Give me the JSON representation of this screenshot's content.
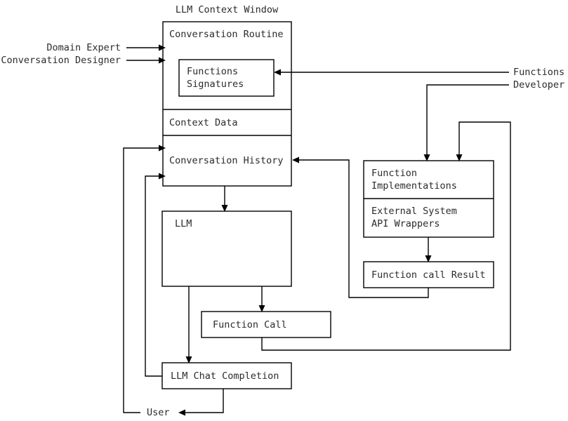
{
  "diagram": {
    "title": "LLM Context Window",
    "type": "flow-diagram",
    "context_window": {
      "label": "LLM Context Window",
      "sections": [
        {
          "id": "conversation-routine",
          "label": "Conversation Routine"
        },
        {
          "id": "context-data",
          "label": "Context Data"
        },
        {
          "id": "conversation-history",
          "label": "Conversation History"
        }
      ],
      "nested": {
        "id": "functions-signatures",
        "line1": "Functions",
        "line2": "Signatures"
      }
    },
    "actors": [
      {
        "id": "domain-expert",
        "label": "Domain Expert"
      },
      {
        "id": "conversation-designer",
        "label": "Conversation Designer"
      },
      {
        "id": "functions-developer-line1",
        "label": "Functions"
      },
      {
        "id": "functions-developer-line2",
        "label": "Developer"
      },
      {
        "id": "user",
        "label": "User"
      }
    ],
    "nodes": [
      {
        "id": "llm",
        "label": "LLM"
      },
      {
        "id": "function-call",
        "label": "Function Call"
      },
      {
        "id": "llm-chat-completion",
        "label": "LLM Chat Completion"
      },
      {
        "id": "function-implementations",
        "line1": "Function",
        "line2": "Implementations"
      },
      {
        "id": "external-system-api-wrappers",
        "line1": "External System",
        "line2": "API Wrappers"
      },
      {
        "id": "function-call-result",
        "label": "Function call Result"
      }
    ],
    "colors": {
      "stroke": "#000000",
      "text": "#2b2b2b",
      "background": "#ffffff"
    }
  }
}
